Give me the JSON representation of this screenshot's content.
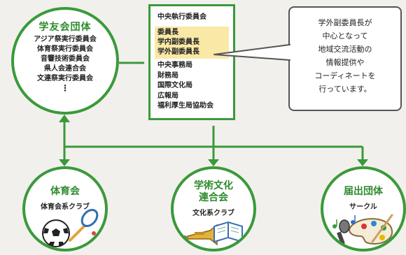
{
  "gakuyukai": {
    "title": "学友会団体",
    "items": [
      "アジア祭実行委員会",
      "体育祭実行委員会",
      "音響技術委員会",
      "県人会連合会",
      "文連祭実行委員会"
    ],
    "dots": "⋮"
  },
  "chuo": {
    "title": "中央執行委員会",
    "highlighted": [
      "委員長",
      "学内副委員長",
      "学外副委員長"
    ],
    "others": [
      "中央事務局",
      "財務局",
      "国際文化局",
      "広報局",
      "福利厚生局協助会"
    ]
  },
  "bubble": {
    "lines": [
      "学外副委員長が",
      "中心となって",
      "地域交流活動の",
      "情報提供や",
      "コーディネートを",
      "行っています。"
    ]
  },
  "groups": [
    {
      "title_lines": [
        "体育会"
      ],
      "subtitle": "体育会系クラブ"
    },
    {
      "title_lines": [
        "学術文化",
        "連合会"
      ],
      "subtitle": "文化系クラブ"
    },
    {
      "title_lines": [
        "届出団体"
      ],
      "subtitle": "サークル"
    }
  ],
  "colors": {
    "green": "#3a9a3a",
    "highlight": "#fae8a6"
  },
  "icons": [
    "soccer-ball-icon",
    "badminton-racket-icon",
    "trumpet-icon",
    "book-icon",
    "microphone-icon",
    "palette-icon",
    "music-note-icon"
  ]
}
